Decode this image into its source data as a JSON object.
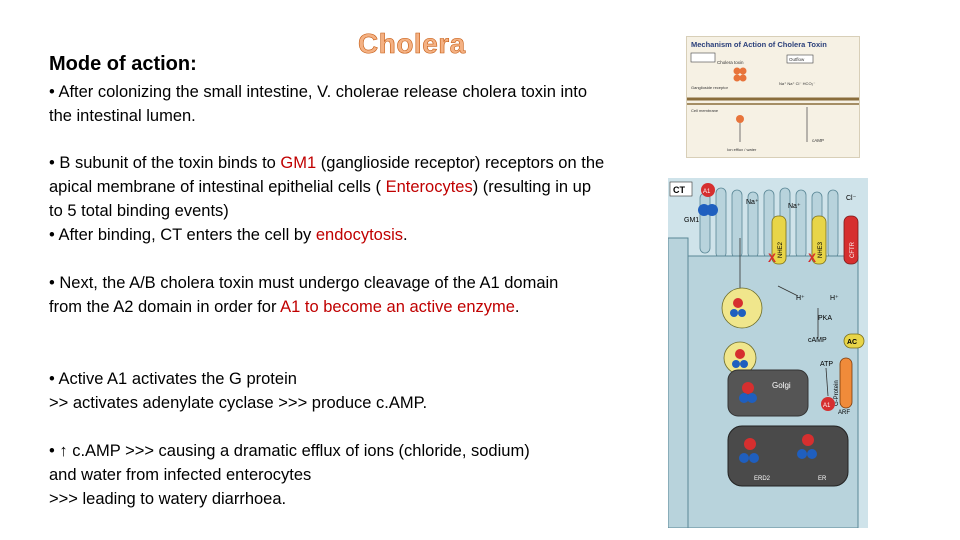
{
  "title": "Cholera",
  "heading": "Mode of action:",
  "p1": {
    "bullet": "• ",
    "text": "After colonizing the small intestine, V. cholerae release cholera toxin into the intestinal lumen."
  },
  "p2": {
    "line1_pre": "• B subunit of the toxin binds to ",
    "gm1": "GM1",
    "line1_post": " (ganglioside receptor) receptors on the apical membrane of intestinal epithelial cells ( ",
    "enterocytes": "Enterocytes",
    "line1_end": ") (resulting in up to 5 total binding events)",
    "line2_pre": "•   After binding, CT enters the cell by ",
    "endocytosis": "endocytosis",
    "line2_end": "."
  },
  "p3": {
    "pre": " • Next, the A/B cholera toxin must undergo cleavage of the A1 domain from the A2 domain in order for ",
    "red": "A1 to become an active enzyme",
    "end": "."
  },
  "p4": {
    "line1": "• Active A1 activates the G protein",
    "line2": ">> activates adenylate cyclase >>> produce c.AMP."
  },
  "p5": {
    "line1": "• ↑ c.AMP >>> causing a dramatic efflux of ions (chloride, sodium)",
    "line2": "and water from infected enterocytes",
    "line3": ">>> leading to watery diarrhoea."
  },
  "figure_small": {
    "title": "Mechanism of Action of Cholera Toxin",
    "label_toxin": "Cholera toxin",
    "label_receptor": "Ganglioside receptor",
    "label_outflow": "Outflow",
    "label_membrane": "Cell membrane",
    "label_channel": "Ion efflux / water",
    "label_camp": "cAMP"
  },
  "figure_large": {
    "ct": "CT",
    "a1": "A1",
    "gm1": "GM1",
    "na1": "Na⁺",
    "na2": "Na⁺",
    "cl": "Cl⁻",
    "nhe2": "NHE2",
    "nhe3": "NHE3",
    "cftr": "CFTR",
    "h1": "H⁺",
    "h2": "H⁺",
    "pka": "PKA",
    "camp": "cAMP",
    "ac": "AC",
    "atp": "ATP",
    "gprotein": "G-Protein",
    "golgi": "Golgi",
    "arf": "ARF",
    "a1b": "A1",
    "erd2": "ERD2",
    "er": "ER"
  },
  "colors": {
    "accent_red": "#c00000",
    "title_orange": "#f4b183"
  }
}
